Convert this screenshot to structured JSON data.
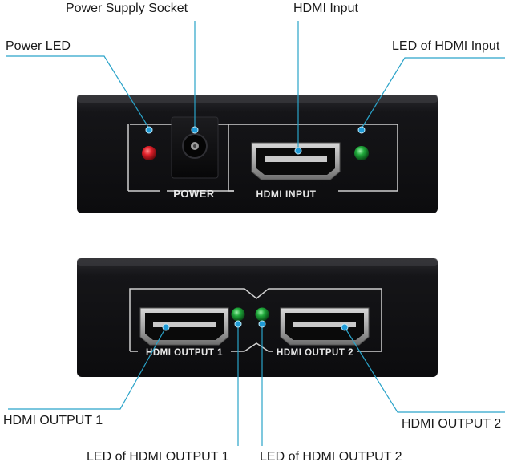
{
  "callouts": {
    "power_supply_socket": "Power Supply Socket",
    "hdmi_input": "HDMI Input",
    "power_led": "Power LED",
    "led_of_hdmi_input": "LED of HDMI Input",
    "hdmi_output_1": "HDMI OUTPUT 1",
    "hdmi_output_2": "HDMI OUTPUT 2",
    "led_of_hdmi_output_1": "LED of HDMI OUTPUT 1",
    "led_of_hdmi_output_2": "LED of HDMI OUTPUT 2"
  },
  "panel_labels": {
    "power": "POWER",
    "hdmi_input": "HDMI INPUT",
    "hdmi_output_1": "HDMI OUTPUT 1",
    "hdmi_output_2": "HDMI OUTPUT 2"
  },
  "colors": {
    "callout_line": "#2aa3c9",
    "callout_dot": "#1f9ad6",
    "device_body": "#141416",
    "led_red": "#e0202a",
    "led_green": "#1fa83a"
  }
}
